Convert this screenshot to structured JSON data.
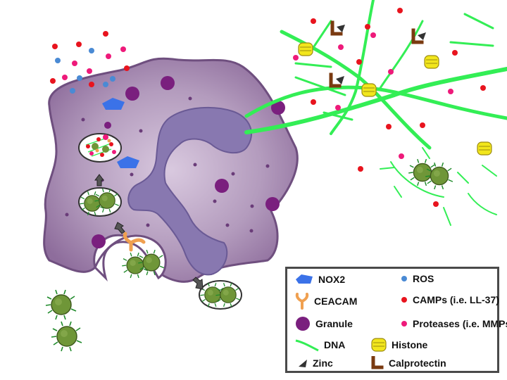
{
  "legend": {
    "nox2": "NOX2",
    "ceacam": "CEACAM",
    "granule": "Granule",
    "dna": "DNA",
    "zinc": "Zinc",
    "ros": "ROS",
    "camps": "CAMPs (i.e. LL-37)",
    "proteases": "Proteases (i.e. MMPs)",
    "histone": "Histone",
    "calprotectin": "Calprotectin"
  },
  "colors": {
    "cell_body": "#b39bbd",
    "cell_border": "#6f4f7f",
    "nucleus": "#8878b0",
    "granule": "#7a1f7e",
    "nox2": "#3b72e8",
    "dna": "#33ee55",
    "ros": "#4a8ad4",
    "camps": "#e8141e",
    "proteases": "#ee1a7a",
    "histone": "#f2e61c",
    "calprotectin": "#7a3a10",
    "zinc": "#333333",
    "ceacam": "#f0a050",
    "bacteria": "#6f9638"
  }
}
